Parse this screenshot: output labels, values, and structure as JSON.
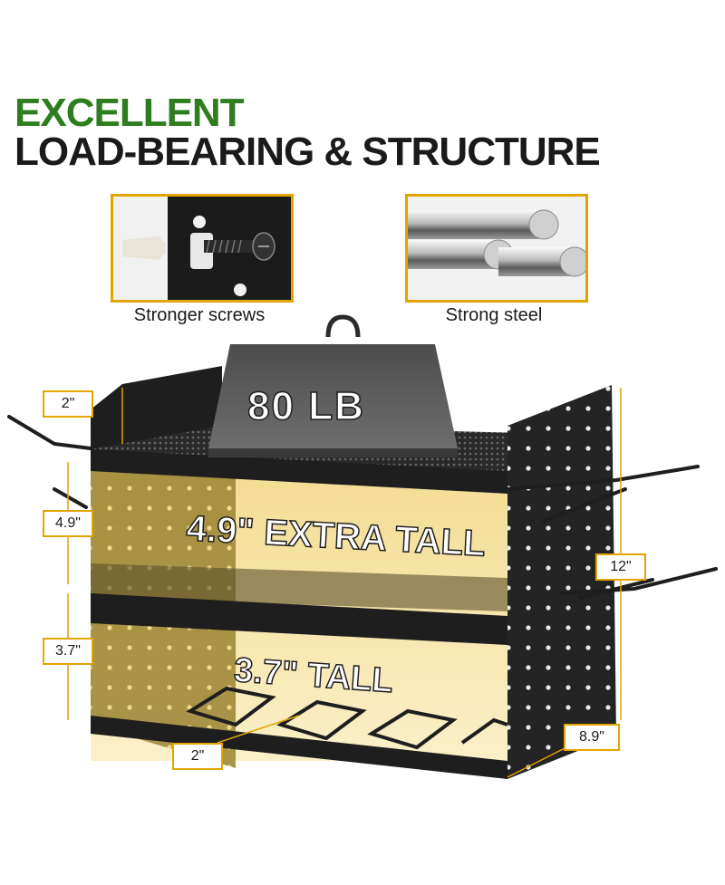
{
  "headline": {
    "line1": "EXCELLENT",
    "line2": "LOAD-BEARING & STRUCTURE"
  },
  "features": [
    {
      "caption": "Stronger screws",
      "icon": "screw-icon"
    },
    {
      "caption": "Strong steel",
      "icon": "steel-rods-icon"
    }
  ],
  "weight": {
    "label": "80 LB"
  },
  "shelves": {
    "top_label": "4.9\" EXTRA TALL",
    "bottom_label": "3.7\" TALL"
  },
  "dimensions": {
    "rail_height": "2\"",
    "top_shelf": "4.9\"",
    "bottom_shelf": "3.7\"",
    "front_lip": "2\"",
    "total_height": "12\"",
    "depth": "8.9\""
  },
  "colors": {
    "accent": "#e2a400",
    "headline_green": "#2e7d1e",
    "rack_black": "#1e1e1e",
    "glow": "#f3d98a"
  }
}
